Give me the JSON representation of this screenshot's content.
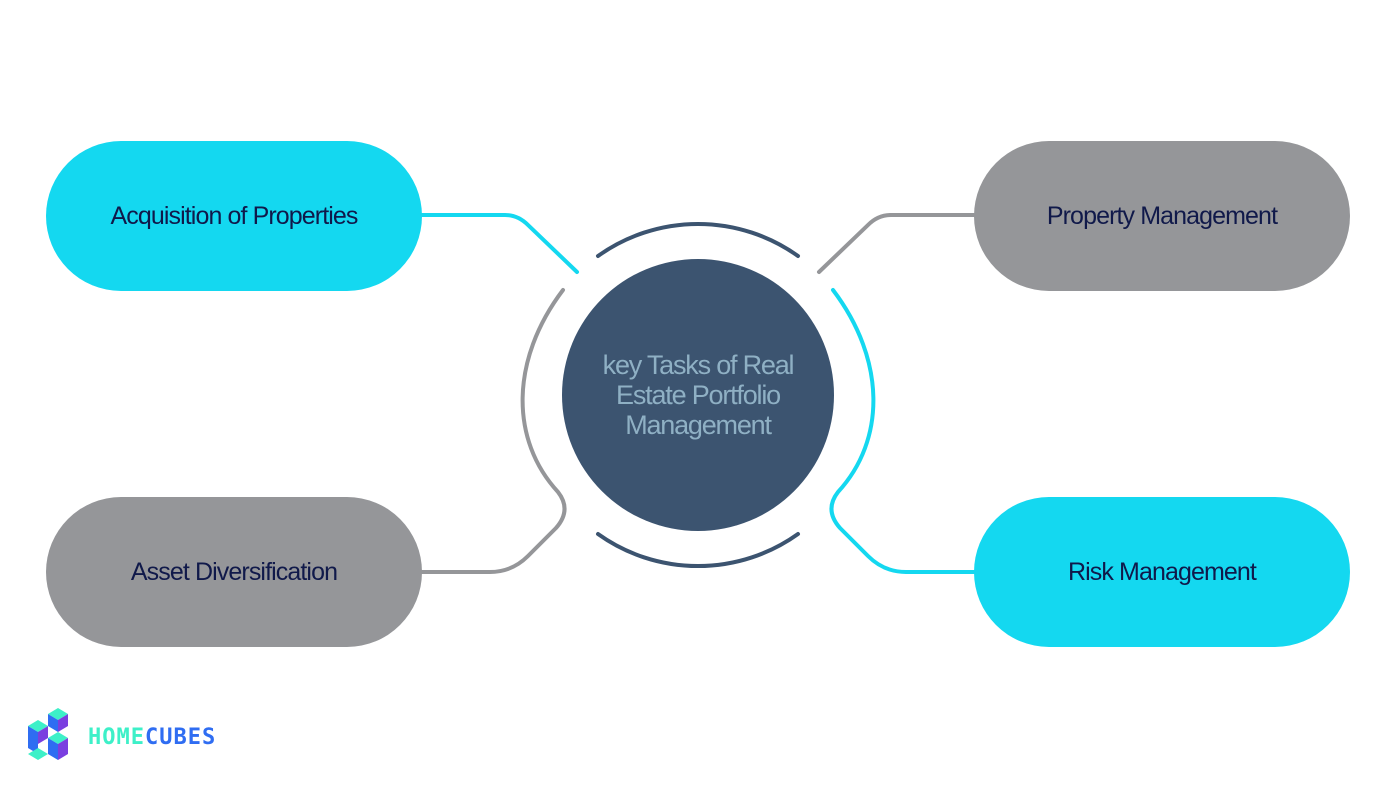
{
  "diagram": {
    "center": {
      "title": "key Tasks of Real Estate Portfolio Management"
    },
    "nodes": [
      {
        "id": "tl",
        "label": "Acquisition of Properties",
        "color": "#14d8f0"
      },
      {
        "id": "tr",
        "label": "Property Management",
        "color": "#959699"
      },
      {
        "id": "bl",
        "label": "Asset Diversification",
        "color": "#959699"
      },
      {
        "id": "br",
        "label": "Risk Management",
        "color": "#14d8f0"
      }
    ]
  },
  "brand": {
    "name_part1": "HOME",
    "name_part2": "CUBES"
  },
  "colors": {
    "cyan": "#14d8f0",
    "gray": "#959699",
    "hub": "#3c5470",
    "hub_text": "#8fb0c4",
    "label_text": "#10194a",
    "logo_green": "#3df0c8",
    "logo_blue": "#2f6df2",
    "logo_purple": "#7a3fe0"
  }
}
